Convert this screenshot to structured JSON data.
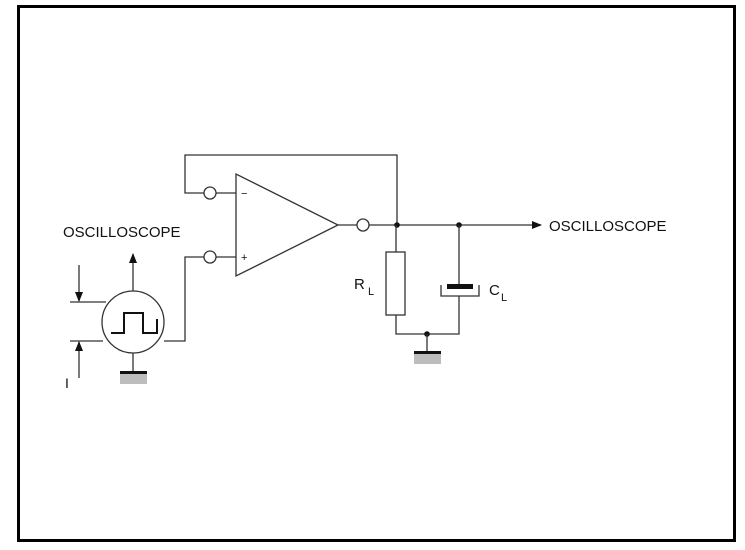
{
  "labels": {
    "input_scope": "OSCILLOSCOPE",
    "output_scope": "OSCILLOSCOPE",
    "current": "I",
    "resistor": "R",
    "resistor_sub": "L",
    "capacitor": "C",
    "capacitor_sub": "L",
    "minus": "−",
    "plus": "+"
  },
  "colors": {
    "line": "#333333",
    "ground_fill": "#bdbdbd",
    "frame": "#000000"
  }
}
